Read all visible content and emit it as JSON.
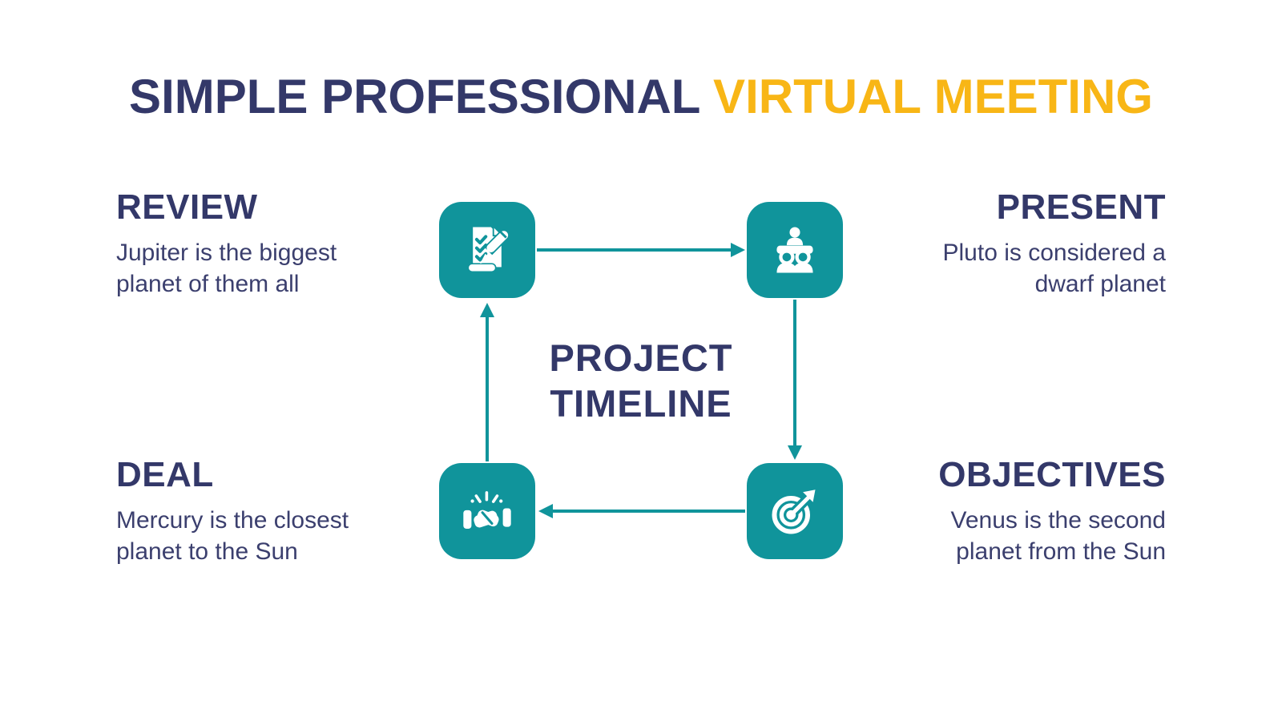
{
  "title": {
    "primary": "SIMPLE PROFESSIONAL",
    "accent": "VIRTUAL MEETING"
  },
  "center_label": {
    "line1": "PROJECT",
    "line2": "TIMELINE"
  },
  "steps": [
    {
      "id": "review",
      "label": "REVIEW",
      "description": "Jupiter is the biggest planet of them all",
      "icon": "checklist-pencil-icon",
      "position": "top-left"
    },
    {
      "id": "present",
      "label": "PRESENT",
      "description": "Pluto is considered a dwarf planet",
      "icon": "meeting-people-icon",
      "position": "top-right"
    },
    {
      "id": "objectives",
      "label": "OBJECTIVES",
      "description": "Venus is the second planet from the Sun",
      "icon": "target-dart-icon",
      "position": "bottom-right"
    },
    {
      "id": "deal",
      "label": "DEAL",
      "description": "Mercury is the closest planet to the Sun",
      "icon": "handshake-icon",
      "position": "bottom-left"
    }
  ],
  "arrows": [
    {
      "from": "review",
      "to": "present",
      "direction": "right"
    },
    {
      "from": "present",
      "to": "objectives",
      "direction": "down"
    },
    {
      "from": "objectives",
      "to": "deal",
      "direction": "left"
    },
    {
      "from": "deal",
      "to": "review",
      "direction": "up"
    }
  ],
  "colors": {
    "teal": "#10949B",
    "navy": "#333869",
    "body_text": "#3B3F6E",
    "accent_yellow": "#F8B616",
    "background": "#FFFFFF"
  }
}
